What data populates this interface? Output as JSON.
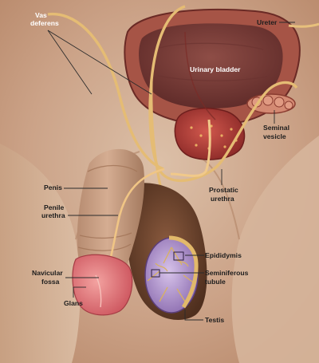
{
  "labels": {
    "vas_deferens_line1": "Vas",
    "vas_deferens_line2": "deferens",
    "ureter": "Ureter",
    "urinary_bladder": "Urinary bladder",
    "seminal_vesicle_line1": "Seminal",
    "seminal_vesicle_line2": "vesicle",
    "penis": "Penis",
    "penile_urethra_line1": "Penile",
    "penile_urethra_line2": "urethra",
    "prostatic_urethra_line1": "Prostatic",
    "prostatic_urethra_line2": "urethra",
    "epididymis": "Epididymis",
    "seminiferous_tubule_line1": "Seminiferous",
    "seminiferous_tubule_line2": "tubule",
    "navicular_fossa_line1": "Navicular",
    "navicular_fossa_line2": "fossa",
    "glans": "Glans",
    "testis": "Testis"
  },
  "colors": {
    "skin": "#d9b79f",
    "skin_shadow": "#a7795c",
    "bladder_wall": "#9c4a3c",
    "bladder_inner": "#7a3f3a",
    "prostate": "#b5423b",
    "glans": "#e0767a",
    "vas_deferens": "#e8c27a",
    "testis": "#b49ad0"
  }
}
